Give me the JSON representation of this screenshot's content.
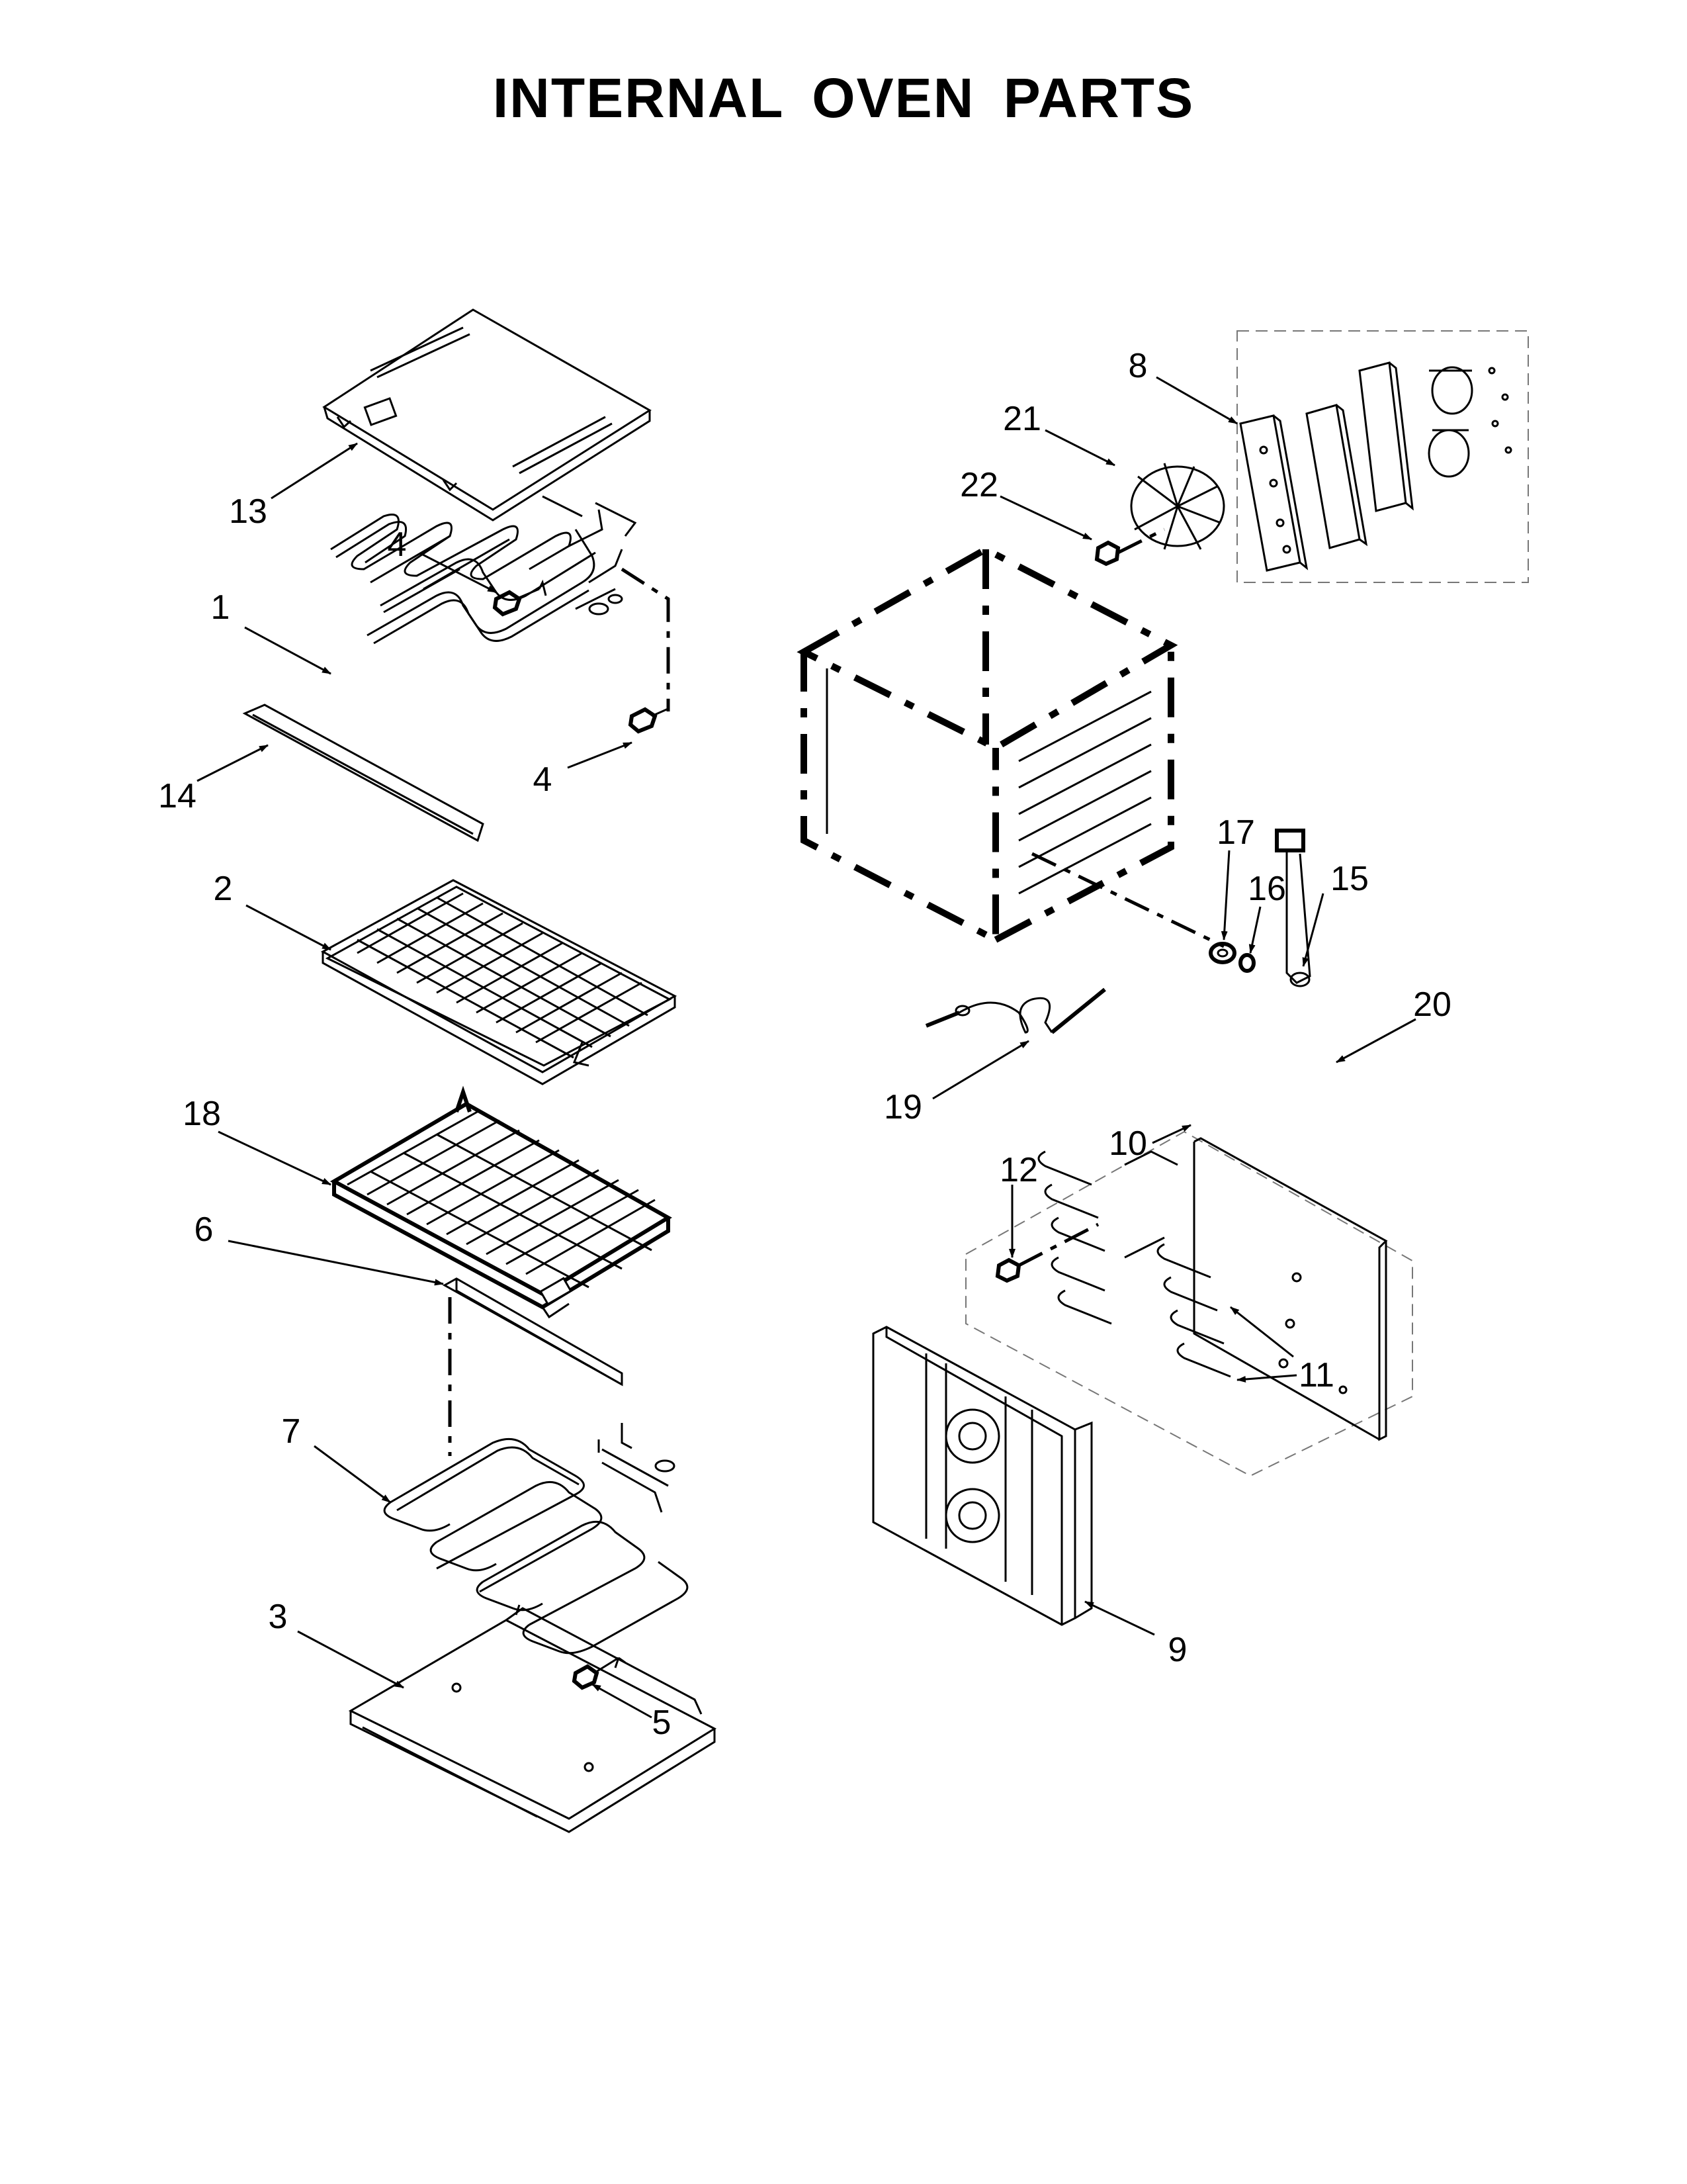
{
  "title": "INTERNAL OVEN PARTS",
  "callouts": {
    "c1": "1",
    "c2": "2",
    "c3": "3",
    "c4a": "4",
    "c4b": "4",
    "c5": "5",
    "c6": "6",
    "c7": "7",
    "c8": "8",
    "c9": "9",
    "c10": "10",
    "c11": "11",
    "c12": "12",
    "c13": "13",
    "c14": "14",
    "c15": "15",
    "c16": "16",
    "c17": "17",
    "c18": "18",
    "c19": "19",
    "c20": "20",
    "c21": "21",
    "c22": "22"
  }
}
